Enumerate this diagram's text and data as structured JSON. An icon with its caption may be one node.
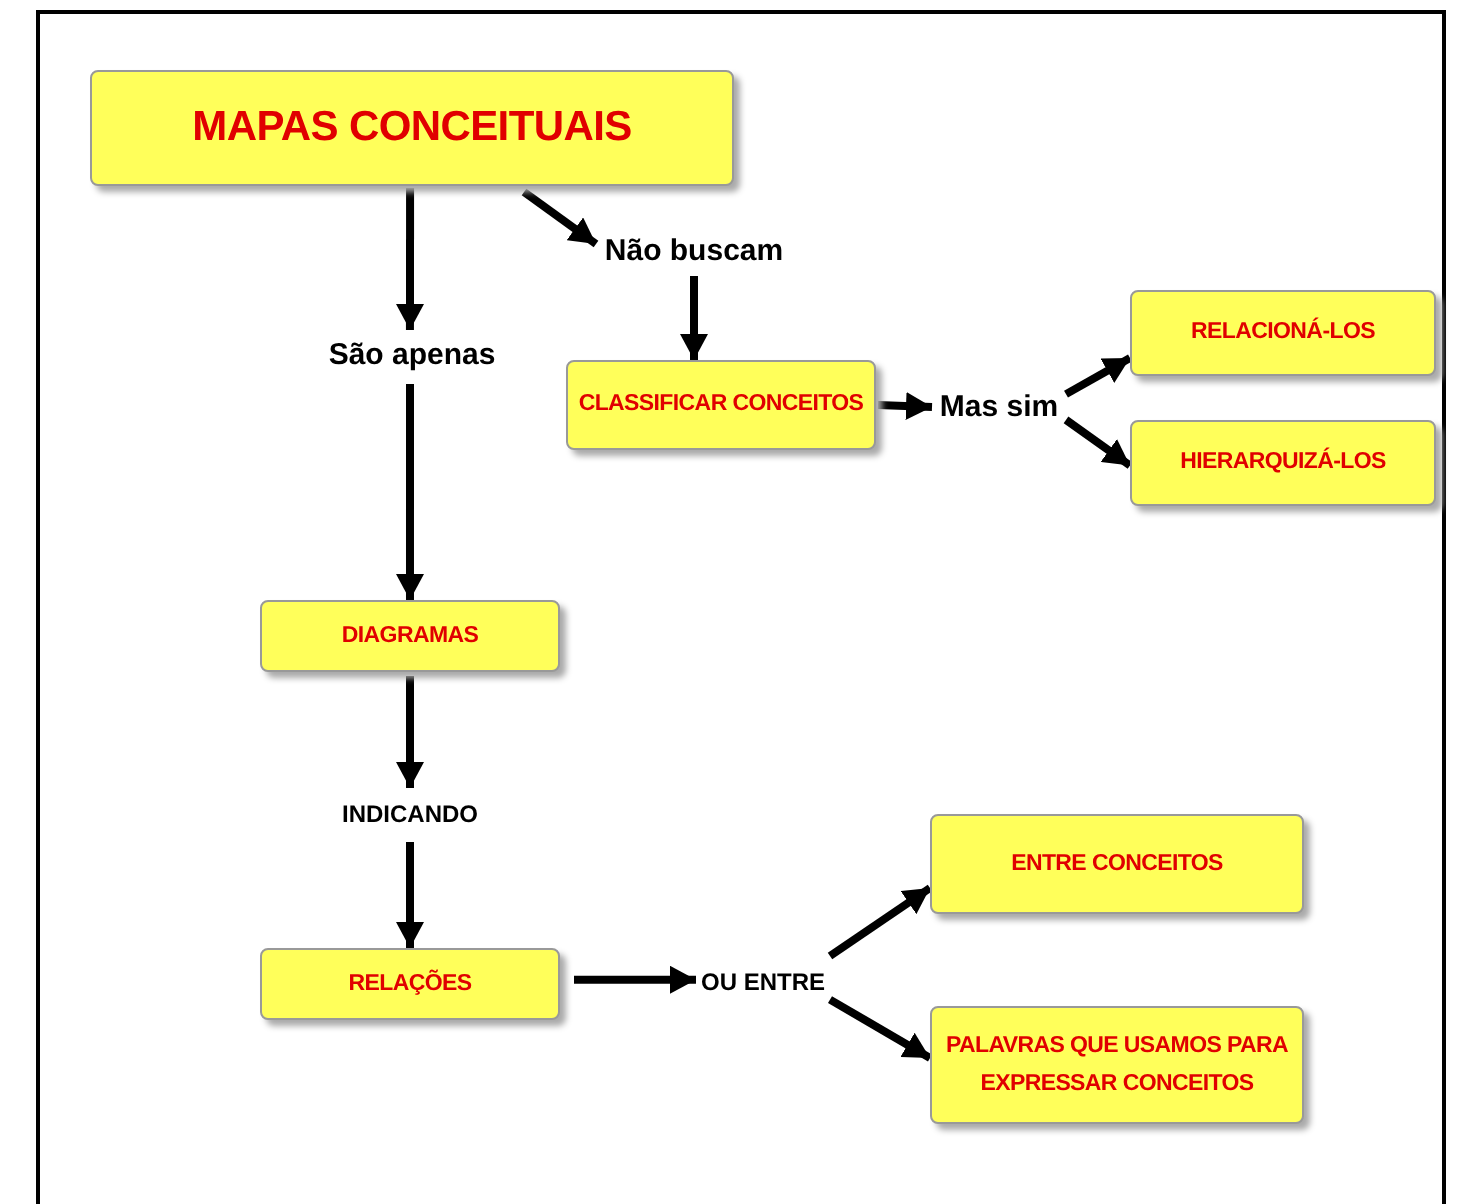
{
  "diagram": {
    "nodes": [
      {
        "text": [
          "MAPAS CONCEITUAIS"
        ]
      },
      {
        "text": [
          "Não buscam"
        ]
      },
      {
        "text": [
          "São apenas"
        ]
      },
      {
        "text": [
          "CLASSIFICAR CONCEITOS"
        ]
      },
      {
        "text": [
          "Mas sim"
        ]
      },
      {
        "text": [
          "RELACIONÁ-LOS"
        ]
      },
      {
        "text": [
          "HIERARQUIZÁ-LOS"
        ]
      },
      {
        "text": [
          "DIAGRAMAS"
        ]
      },
      {
        "text": [
          "INDICANDO"
        ]
      },
      {
        "text": [
          "RELAÇÕES"
        ]
      },
      {
        "text": [
          "OU ENTRE"
        ]
      },
      {
        "text": [
          "ENTRE CONCEITOS"
        ]
      },
      {
        "text": [
          "PALAVRAS QUE USAMOS PARA EXPRESSAR CONCEITOS"
        ]
      }
    ],
    "edges": [
      {
        "from": 0,
        "to": 1,
        "arrow": "to"
      },
      {
        "from": 1,
        "to": 3,
        "arrow": "to"
      },
      {
        "from": 0,
        "to": 2,
        "arrow": "to"
      },
      {
        "from": 2,
        "to": 7,
        "arrow": "to"
      },
      {
        "from": 3,
        "to": 4,
        "arrow": "to"
      },
      {
        "from": 4,
        "to": 5,
        "arrow": "to"
      },
      {
        "from": 4,
        "to": 6,
        "arrow": "to"
      },
      {
        "from": 7,
        "to": 8,
        "arrow": "to"
      },
      {
        "from": 8,
        "to": 9,
        "arrow": "to"
      },
      {
        "from": 9,
        "to": 10,
        "arrow": "to"
      },
      {
        "from": 10,
        "to": 11,
        "arrow": "to"
      },
      {
        "from": 10,
        "to": 12,
        "arrow": "to"
      }
    ]
  }
}
